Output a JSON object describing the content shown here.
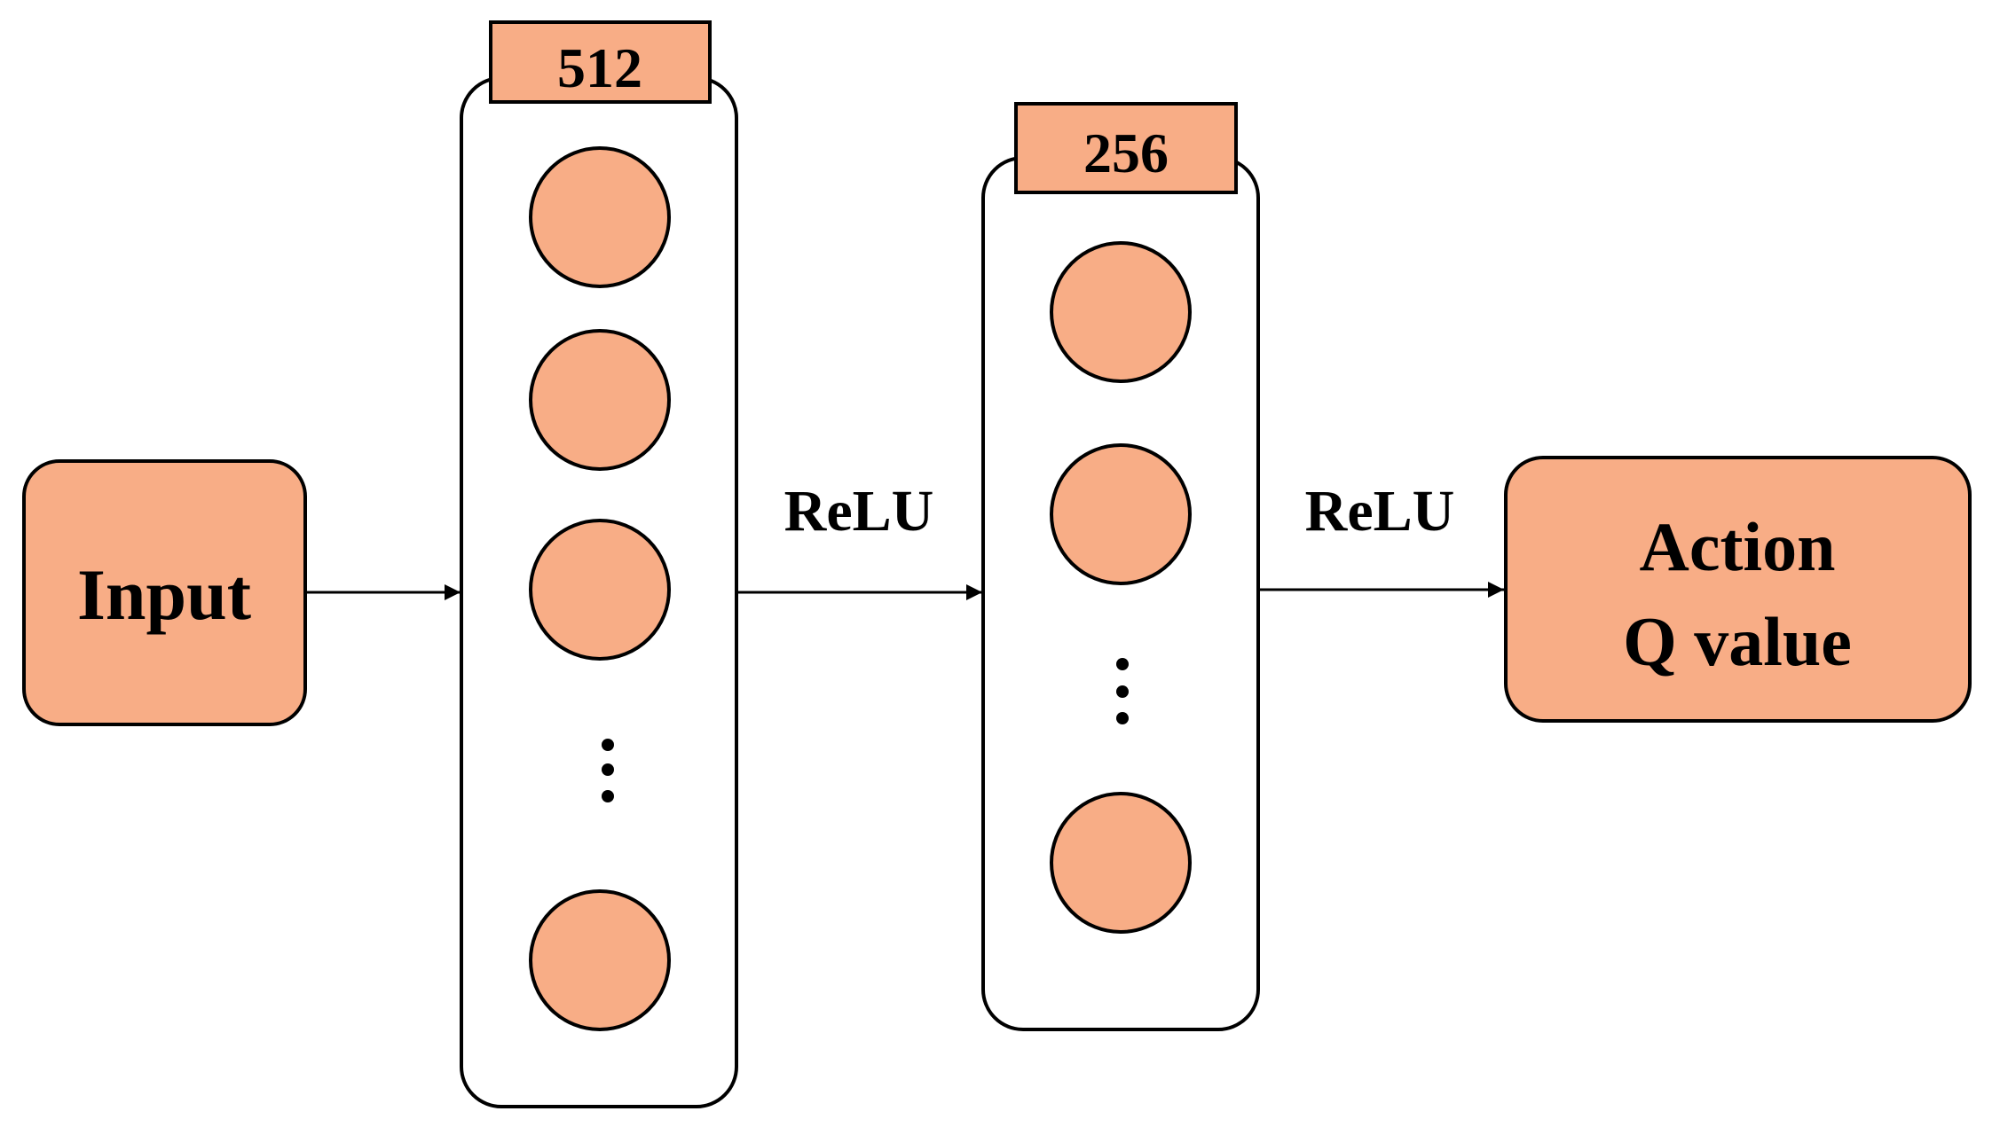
{
  "colors": {
    "node_fill": "#F8AD86",
    "stroke": "#000000",
    "background": "#FFFFFF"
  },
  "input_block": {
    "label": "Input"
  },
  "hidden_layer_1": {
    "size_label": "512",
    "visible_neurons": 4,
    "has_ellipsis": true
  },
  "hidden_layer_2": {
    "size_label": "256",
    "visible_neurons": 3,
    "has_ellipsis": true
  },
  "activation_1": {
    "label": "ReLU"
  },
  "activation_2": {
    "label": "ReLU"
  },
  "output_block": {
    "line1": "Action",
    "line2": "Q value"
  }
}
